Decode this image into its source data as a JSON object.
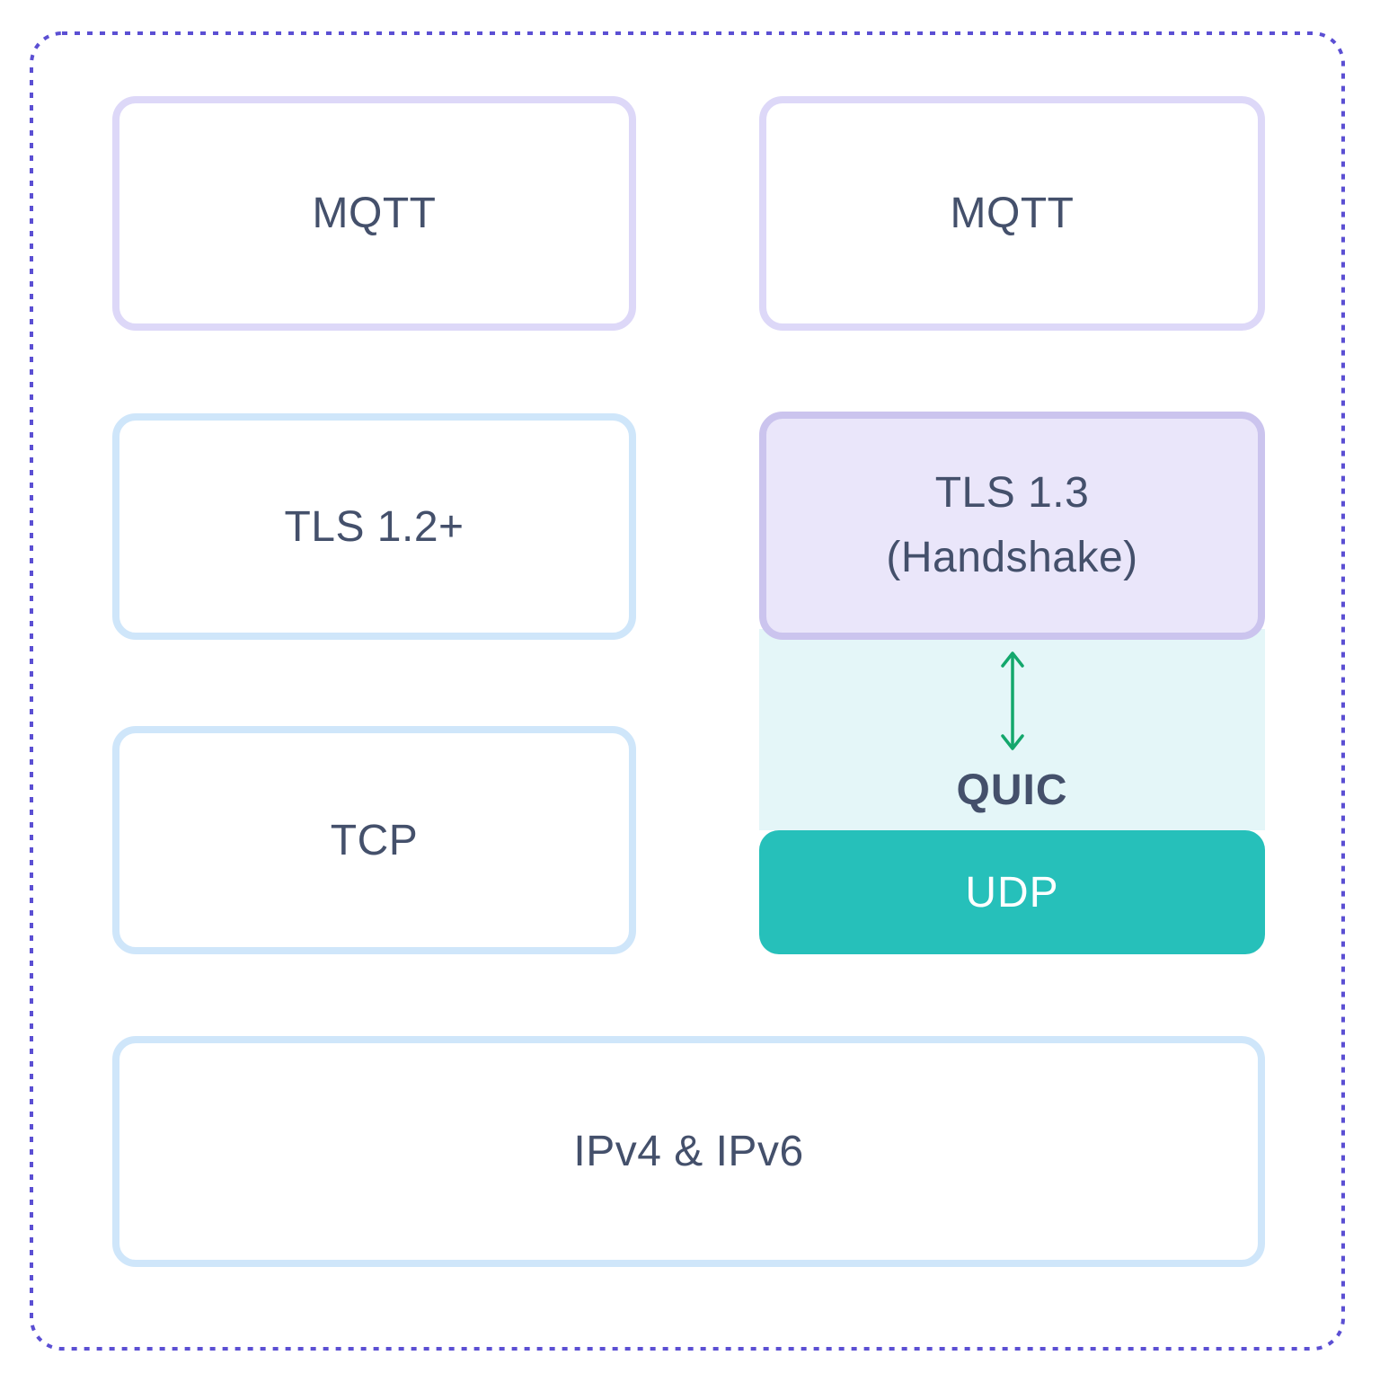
{
  "colors": {
    "outer_border": "#5b4fd3",
    "lavender_border": "#ddd8f8",
    "blue_border": "#cfe6fa",
    "tls13_border": "#cbc4ee",
    "tls13_fill": "#eae6fa",
    "mint_fill": "#e4f6f8",
    "teal_fill": "#26c0ba",
    "text": "#44506b",
    "udp_text": "#ffffff",
    "arrow_green": "#13a76c"
  },
  "left_stack": {
    "mqtt_label": "MQTT",
    "tls_label": "TLS 1.2+",
    "tcp_label": "TCP"
  },
  "right_stack": {
    "mqtt_label": "MQTT",
    "tls13_line1": "TLS 1.3",
    "tls13_line2": "(Handshake)",
    "quic_label": "QUIC",
    "udp_label": "UDP"
  },
  "bottom": {
    "ip_label": "IPv4 & IPv6"
  },
  "icons": {
    "arrow": "bidirectional-vertical-arrow"
  }
}
